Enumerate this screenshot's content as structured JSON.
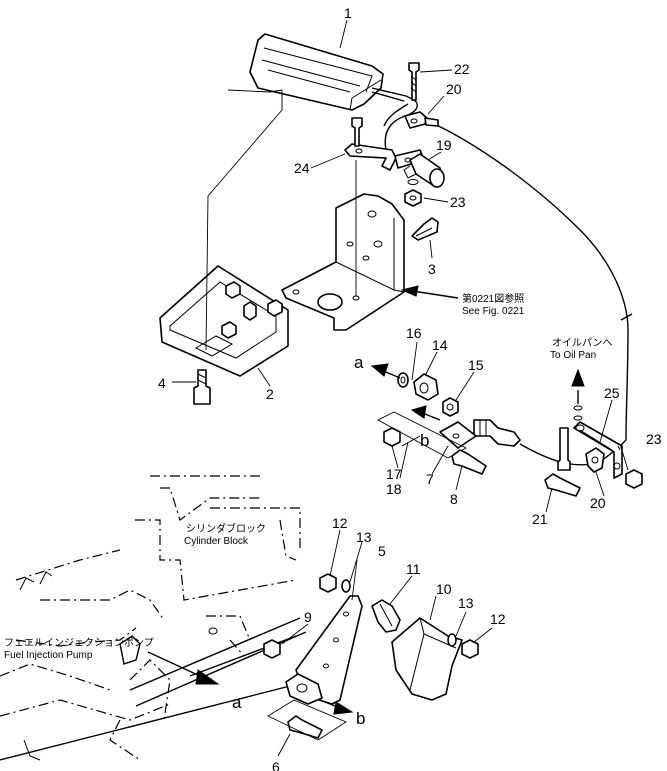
{
  "callouts": {
    "n1": "1",
    "n2": "2",
    "n3": "3",
    "n4": "4",
    "n5": "5",
    "n6": "6",
    "n7": "7",
    "n8": "8",
    "n9": "9",
    "n10": "10",
    "n11": "11",
    "n12a": "12",
    "n12b": "12",
    "n13a": "13",
    "n13b": "13",
    "n14": "14",
    "n15": "15",
    "n16": "16",
    "n17": "17",
    "n18": "18",
    "n19": "19",
    "n20a": "20",
    "n20b": "20",
    "n21": "21",
    "n22": "22",
    "n23a": "23",
    "n23b": "23",
    "n24": "24",
    "n25": "25"
  },
  "arrow_marks": {
    "a1": "a",
    "a2": "a",
    "b1": "b",
    "b2": "b"
  },
  "notes": {
    "see_fig_jp": "第0221図参照",
    "see_fig_en": "See Fig. 0221",
    "oil_pan_jp": "オイルパンへ",
    "oil_pan_en": "To Oil Pan",
    "cylinder_block_jp": "シリンダブロック",
    "cylinder_block_en": "Cylinder Block",
    "fuel_pump_jp": "フェエルインジェクションポンプ",
    "fuel_pump_en": "Fuel Injection Pump"
  }
}
